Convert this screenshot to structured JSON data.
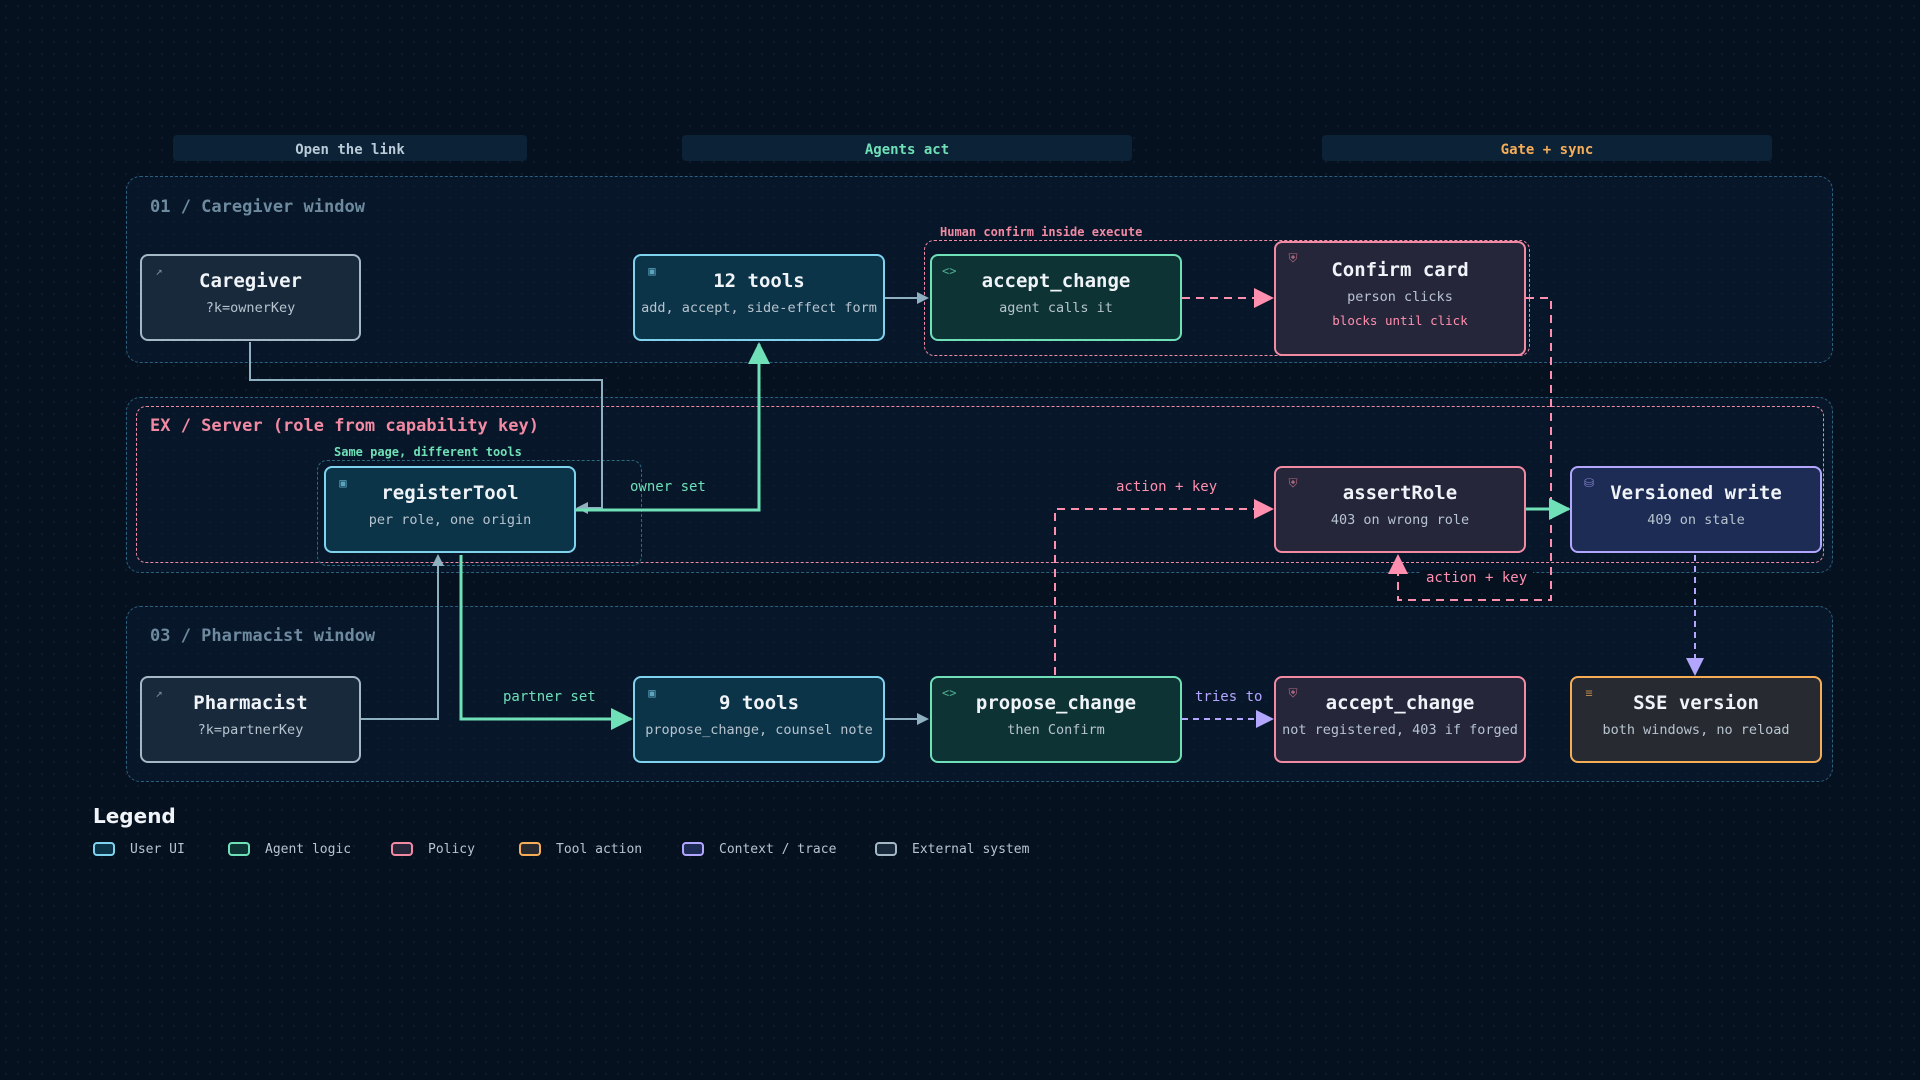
{
  "phases": [
    "Open the link",
    "Agents act",
    "Gate + sync"
  ],
  "lanes": {
    "caregiver": "01 / Caregiver window",
    "server": "EX / Server (role from capability key)",
    "pharmacist": "03 / Pharmacist window"
  },
  "groups": {
    "human_confirm": "Human confirm inside execute",
    "same_page": "Same page, different tools"
  },
  "nodes": {
    "caregiver": {
      "title": "Caregiver",
      "sub": "?k=ownerKey"
    },
    "tools12": {
      "title": "12 tools",
      "sub": "add, accept, side-effect form"
    },
    "accept_change_1": {
      "title": "accept_change",
      "sub": "agent calls it"
    },
    "confirm_card": {
      "title": "Confirm card",
      "sub": "person clicks",
      "note": "blocks until click"
    },
    "register_tool": {
      "title": "registerTool",
      "sub": "per role, one origin"
    },
    "assert_role": {
      "title": "assertRole",
      "sub": "403 on wrong role"
    },
    "versioned_write": {
      "title": "Versioned write",
      "sub": "409 on stale"
    },
    "pharmacist": {
      "title": "Pharmacist",
      "sub": "?k=partnerKey"
    },
    "tools9": {
      "title": "9 tools",
      "sub": "propose_change, counsel note"
    },
    "propose_change": {
      "title": "propose_change",
      "sub": "then Confirm"
    },
    "accept_change_2": {
      "title": "accept_change",
      "sub": "not registered, 403 if forged"
    },
    "sse_version": {
      "title": "SSE version",
      "sub": "both windows, no reload"
    }
  },
  "edges": {
    "owner_set": "owner set",
    "partner_set": "partner set",
    "action_key_1": "action + key",
    "action_key_2": "action + key",
    "tries_to": "tries to"
  },
  "legend": {
    "title": "Legend",
    "items": [
      "User UI",
      "Agent logic",
      "Policy",
      "Tool action",
      "Context / trace",
      "External system"
    ]
  },
  "colors": {
    "user_ui": "#7fd3ef",
    "agent_logic": "#6fe0b8",
    "policy": "#f28aa4",
    "tool_action": "#f6ad58",
    "context_trace": "#b3a6ff",
    "external": "#a5b8c6"
  }
}
